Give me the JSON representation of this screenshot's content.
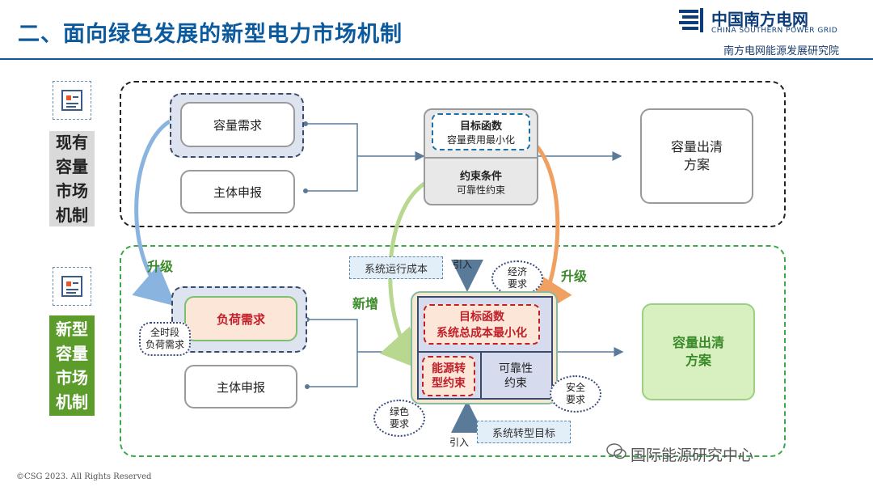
{
  "header": {
    "title": "二、面向绿色发展的新型电力市场机制",
    "logo_cn": "中国南方电网",
    "logo_en": "CHINA SOUTHERN POWER GRID",
    "institute": "南方电网能源发展研究院"
  },
  "side": {
    "existing": "现有\n容量\n市场\n机制",
    "new": "新型\n容量\n市场\n机制"
  },
  "top": {
    "demand": "容量需求",
    "declare": "主体申报",
    "objective_title": "目标函数",
    "objective_body": "容量费用最小化",
    "constraint_title": "约束条件",
    "constraint_body": "可靠性约束",
    "result": "容量出清\n方案"
  },
  "bottom": {
    "demand": "负荷需求",
    "demand_callout": "全时段\n负荷需求",
    "declare": "主体申报",
    "objective_title": "目标函数",
    "objective_body": "系统总成本最小化",
    "energy_constraint": "能源转\n型约束",
    "reliability_constraint": "可靠性\n约束",
    "result": "容量出清\n方案",
    "tag_cost": "系统运行成本",
    "tag_target": "系统转型目标",
    "introduce_top": "引入",
    "introduce_bottom": "引入",
    "economic": "经济\n要求",
    "safety": "安全\n要求",
    "green": "绿色\n要求"
  },
  "labels": {
    "upgrade_left": "升级",
    "upgrade_right": "升级",
    "added": "新增"
  },
  "footer": "©CSG 2023. All Rights Reserved",
  "watermark": "国际能源研究中心",
  "colors": {
    "title_blue": "#0c5a9e",
    "green": "#3aa84a",
    "red": "#c0202a",
    "orange_arrow": "#f0a060",
    "blue_arrow": "#8ab4e0"
  }
}
